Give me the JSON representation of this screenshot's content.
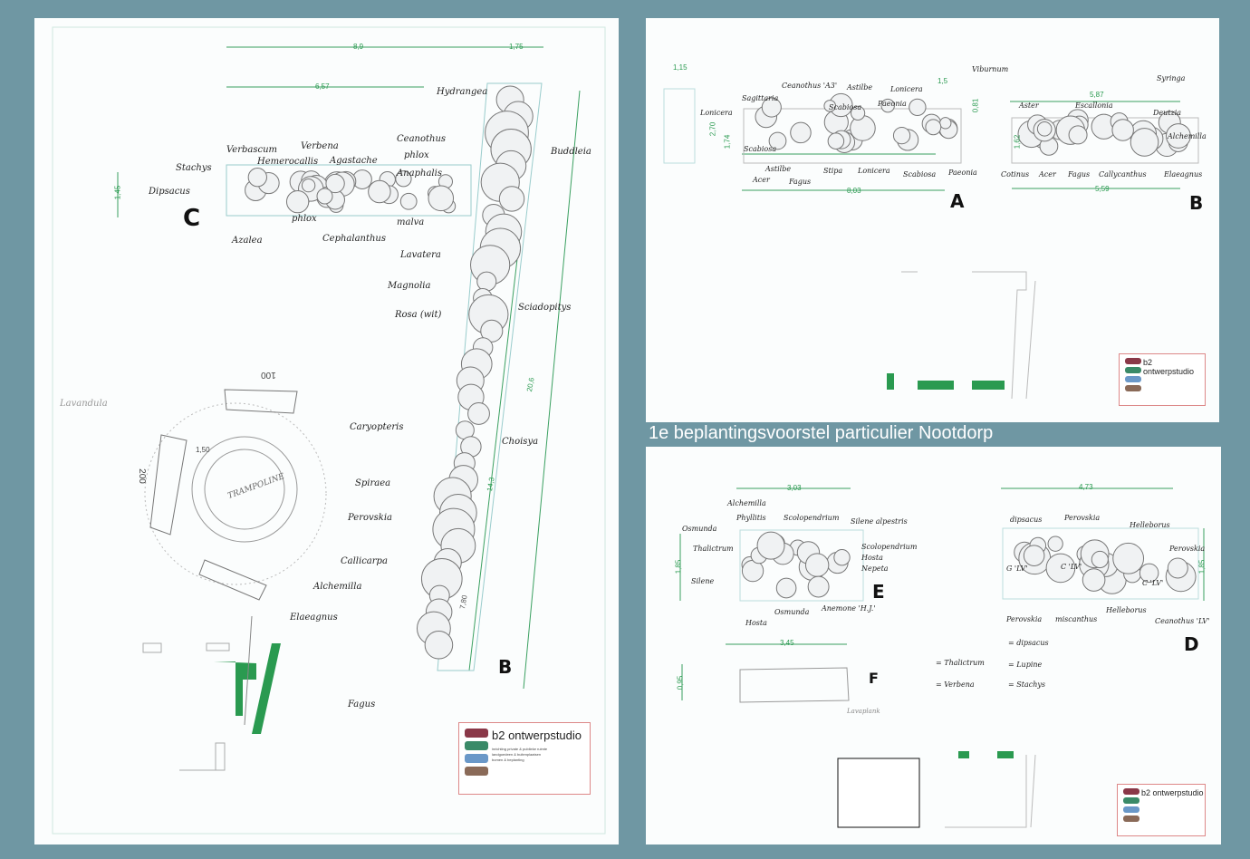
{
  "caption": "1e beplantingsvoorstel particulier Nootdorp",
  "logo": {
    "name": "b2 ontwerpstudio",
    "lines": [
      "inrichting private & publieke ruimte",
      "landgoedeen & buitenplaatsen",
      "bomen & beplanting"
    ],
    "colors": [
      "#8a3848",
      "#3a8a68",
      "#6a98c8",
      "#8a6a58"
    ]
  },
  "sheet_left": {
    "section_labels": [
      "C",
      "B"
    ],
    "dimensions": [
      "8,9",
      "1,75",
      "6,57",
      "1,45",
      "20,6",
      "14,3",
      "7,80",
      "200",
      "100",
      "1,50"
    ],
    "plants": [
      "Hydrangea",
      "Buddleia",
      "Ceanothus",
      "Verbascum",
      "Verbena",
      "Hemerocallis",
      "Agastache",
      "phlox",
      "Anaphalis",
      "Stachys",
      "Dipsacus",
      "Azalea",
      "phlox",
      "Cephalanthus",
      "malva",
      "Lavatera",
      "Magnolia",
      "Rosa (wit)",
      "Sciadopitys",
      "Caryopteris",
      "Choisya",
      "Spiraea",
      "Perovskia",
      "Callicarpa",
      "Alchemilla",
      "Elaeagnus",
      "Fagus",
      "Lavandula"
    ],
    "trampoline": "TRAMPOLINE"
  },
  "sheet_top_right": {
    "section_labels": [
      "A",
      "B"
    ],
    "dimensions": [
      "1,15",
      "1,5",
      "2,70",
      "1,74",
      "0,81",
      "8,03",
      "5,87",
      "1,62",
      "5,59"
    ],
    "plants_a": [
      "Sagittaria",
      "Lonicera",
      "Ceanothus 'A3'",
      "Astilbe",
      "Scabiosa",
      "Lonicera",
      "Viburnum",
      "Paeonia",
      "Scabiosa",
      "Acer",
      "Astilbe",
      "Fagus",
      "Stipa",
      "Lonicera",
      "Scabiosa",
      "Paeonia"
    ],
    "plants_b": [
      "Syringa",
      "Aster",
      "Escallonia",
      "Deutzia",
      "Alchemilla",
      "Cotinus",
      "Acer",
      "Fagus",
      "Callycanthus",
      "Elaeagnus"
    ]
  },
  "sheet_bottom_right": {
    "section_labels": [
      "E",
      "D",
      "F"
    ],
    "dimensions": [
      "3,03",
      "1,85",
      "4,73",
      "1,85",
      "3,45",
      "0,95"
    ],
    "plants_e": [
      "Alchemilla",
      "Osmunda",
      "Phyllitis",
      "Scolopendrium",
      "Silene alpestris",
      "Thalictrum",
      "Scolopendrium",
      "Hosta",
      "Nepeta",
      "Silene",
      "Osmunda",
      "Anemone 'H.J.'",
      "Hosta"
    ],
    "plants_d": [
      "dipsacus",
      "Perovskia",
      "Helleborus",
      "Perovskia",
      "G 'LV'",
      "C 'LV'",
      "C 'LV'",
      "Perovskia",
      "miscanthus",
      "Helleborus",
      "Ceanothus 'LV'"
    ],
    "legend": [
      "= Thalictrum",
      "= Verbena",
      "= dipsacus",
      "= Lupine",
      "= Stachys"
    ],
    "trampoline_label": "Lavaplank"
  }
}
